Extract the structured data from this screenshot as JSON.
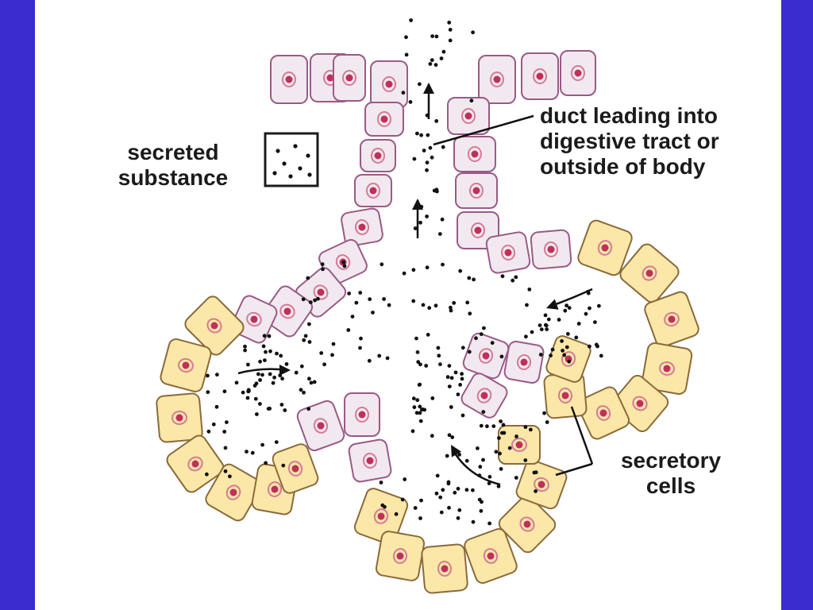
{
  "labels": {
    "secreted_substance": "secreted\nsubstance",
    "duct": "duct leading into\ndigestive tract or\noutside of body",
    "secretory_cells": "secretory\ncells"
  },
  "colors": {
    "frame": "#3a2ccf",
    "background": "#ffffff",
    "duct_cell_fill": "#f1e9ef",
    "duct_cell_stroke": "#9a5a86",
    "secretory_cell_fill": "#fbe7a8",
    "secretory_cell_stroke": "#8a6a3a",
    "nucleus": "#c0305a",
    "secretion_dot": "#111111"
  }
}
